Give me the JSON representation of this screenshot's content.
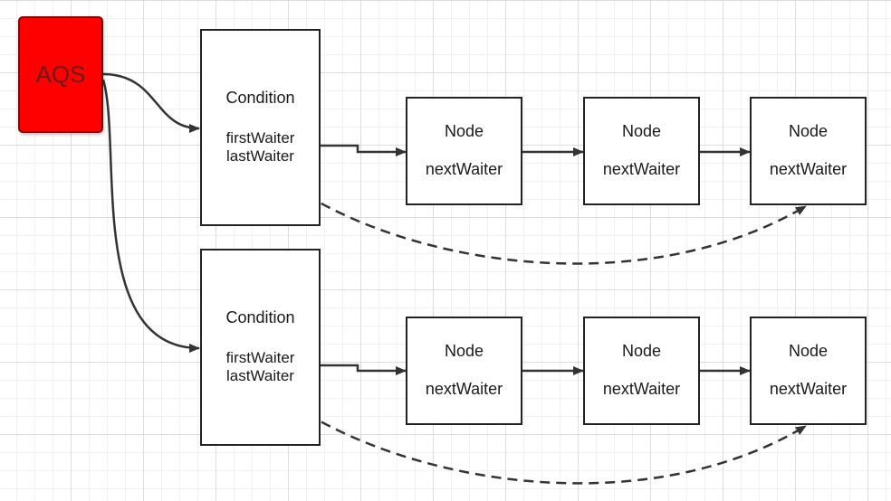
{
  "aqs": {
    "label": "AQS",
    "color": "#ff0000"
  },
  "conditions": [
    {
      "title": "Condition",
      "first_label": "firstWaiter",
      "last_label": "lastWaiter",
      "nodes": [
        {
          "title": "Node",
          "field": "nextWaiter"
        },
        {
          "title": "Node",
          "field": "nextWaiter"
        },
        {
          "title": "Node",
          "field": "nextWaiter"
        }
      ]
    },
    {
      "title": "Condition",
      "first_label": "firstWaiter",
      "last_label": "lastWaiter",
      "nodes": [
        {
          "title": "Node",
          "field": "nextWaiter"
        },
        {
          "title": "Node",
          "field": "nextWaiter"
        },
        {
          "title": "Node",
          "field": "nextWaiter"
        }
      ]
    }
  ]
}
